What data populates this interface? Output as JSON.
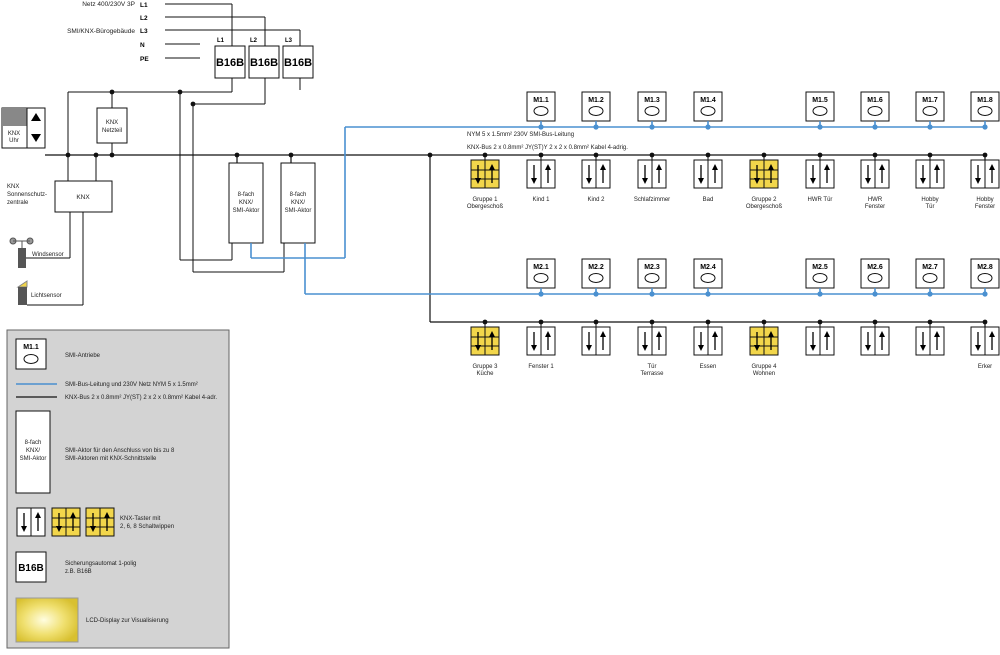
{
  "supply": {
    "netz": "Netz 400/230V 3P",
    "building": "SMI/KNX-Bürogebäude",
    "L1": "L1",
    "L2": "L2",
    "L3": "L3",
    "N": "N",
    "PE": "PE"
  },
  "breakers": [
    {
      "phase": "L1",
      "label": "B16B"
    },
    {
      "phase": "L2",
      "label": "B16B"
    },
    {
      "phase": "L3",
      "label": "B16B"
    }
  ],
  "devices": {
    "uhr": "KNX Uhr",
    "netzteil": "KNX Netzteil",
    "sonnenschutz": "KNX Sonnenschutz- zentrale",
    "knx_box": "KNX",
    "windsensor": "Windsensor",
    "lichtsensor": "Lichtsensor",
    "aktor1": "8-fach KNX/ SMI-Aktor",
    "aktor2": "8-fach KNX/ SMI-Aktor"
  },
  "bus_labels": {
    "smi_bus": "NYM 5 x 1.5mm² 230V SMI-Bus-Leitung",
    "knx_bus": "KNX-Bus 2 x 0.8mm² JY(ST)Y 2 x 2 x 0.8mm² Kabel 4-adrig."
  },
  "row1_motors": [
    "M1.1",
    "M1.2",
    "M1.3",
    "M1.4",
    "M1.5",
    "M1.6",
    "M1.7",
    "M1.8"
  ],
  "row2_motors": [
    "M2.1",
    "M2.2",
    "M2.3",
    "M2.4",
    "M2.5",
    "M2.6",
    "M2.7",
    "M2.8"
  ],
  "row1_switches": [
    {
      "label": "Gruppe 1 Obergeschoß",
      "group": true
    },
    {
      "label": "Kind 1",
      "group": false
    },
    {
      "label": "Kind 2",
      "group": false
    },
    {
      "label": "Schlafzimmer",
      "group": false
    },
    {
      "label": "Bad",
      "group": false
    },
    {
      "label": "Gruppe 2 Obergeschoß",
      "group": true
    },
    {
      "label": "HWR Tür",
      "group": false
    },
    {
      "label": "HWR Fenster",
      "group": false
    },
    {
      "label": "Hobby Tür",
      "group": false
    },
    {
      "label": "Hobby Fenster",
      "group": false
    }
  ],
  "row2_switches": [
    {
      "label": "Gruppe 3 Küche",
      "group": true
    },
    {
      "label": "Fenster 1",
      "group": false
    },
    {
      "label": "",
      "group": false
    },
    {
      "label": "Tür Terrasse",
      "group": false
    },
    {
      "label": "Essen",
      "group": false
    },
    {
      "label": "Gruppe 4 Wohnen",
      "group": true
    },
    {
      "label": "",
      "group": false
    },
    {
      "label": "",
      "group": false
    },
    {
      "label": "",
      "group": false
    },
    {
      "label": "Erker",
      "group": false
    }
  ],
  "legend": {
    "motor_symbol": "M1.1",
    "motor_text": "SMI-Antriebe",
    "blue_line_text": "SMI-Bus-Leitung und 230V Netz NYM 5 x 1.5mm²",
    "black_line_text": "KNX-Bus 2 x 0.8mm² JY(ST) 2 x 2 x 0.8mm² Kabel 4-adr.",
    "aktor_symbol": "8-fach KNX/ SMI-Aktor",
    "aktor_text": "SMI-Aktor für den Anschluss von bis zu 8 SMI-Aktoren mit KNX-Schnittstelle",
    "taster_text": "KNX-Taster mit 2, 6, 8 Schaltwippen",
    "breaker_symbol": "B16B",
    "breaker_text": "Sicherungsautomat 1-polig z.B. B16B",
    "lcd_text": "LCD-Display zur Visualisierung"
  },
  "colors": {
    "blue_line": "#4a90d0",
    "black_line": "#111111",
    "group_fill": "#f2d64b",
    "legend_bg": "#d3d3d3"
  }
}
